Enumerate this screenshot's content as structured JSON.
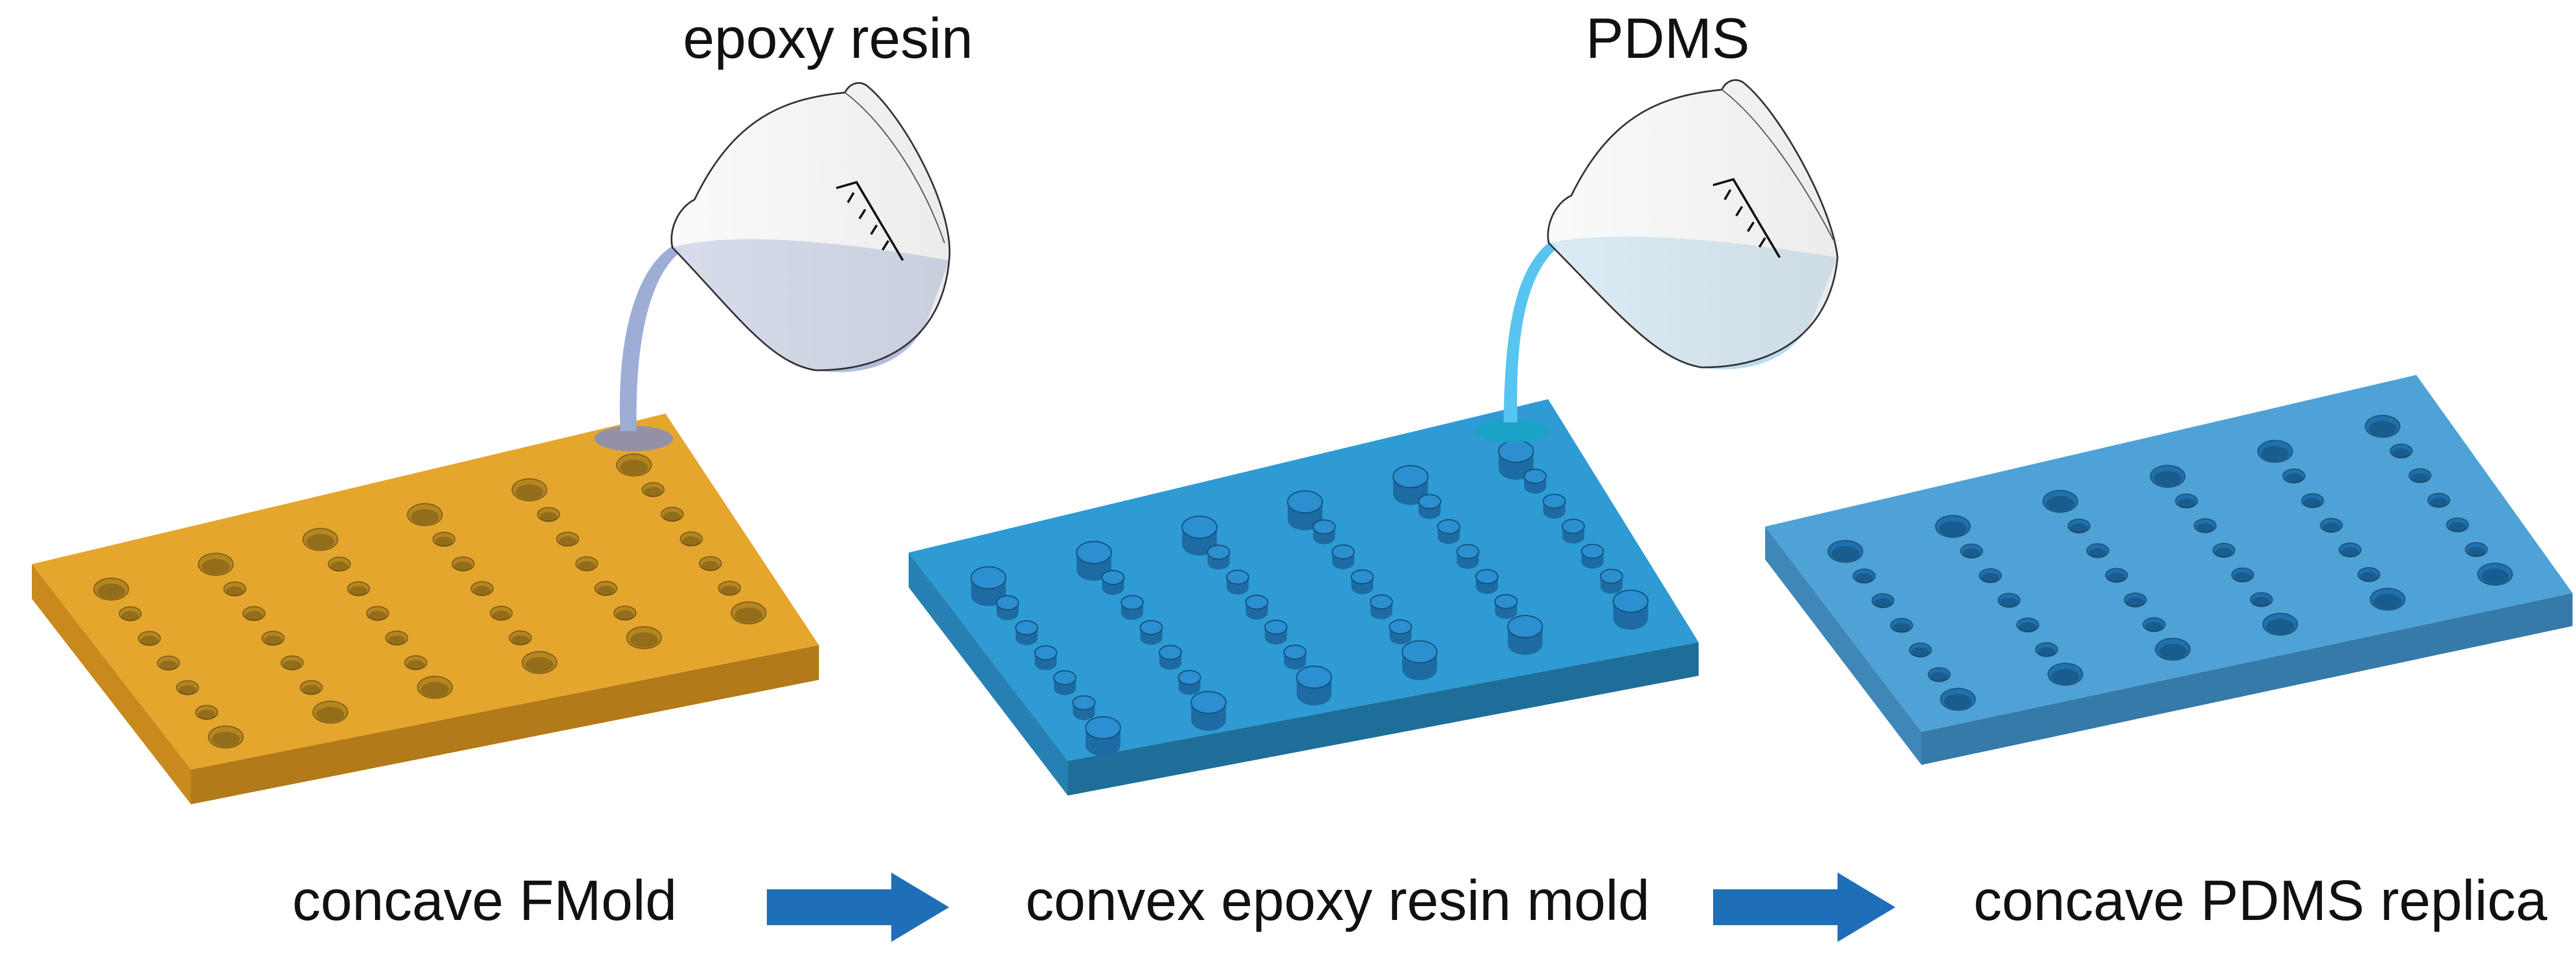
{
  "labels": {
    "pour_epoxy": "epoxy resin",
    "pour_pdms": "PDMS",
    "stage_fmold": "concave FMold",
    "stage_epoxy": "convex epoxy resin mold",
    "stage_pdms": "concave PDMS replica"
  },
  "colors": {
    "fmold_top": "#E5A62E",
    "fmold_front": "#C88A1C",
    "fmold_side": "#B27A18",
    "fmold_feature": "#B58620",
    "epoxy_top": "#2E9BD4",
    "epoxy_front": "#2780B2",
    "epoxy_side": "#1F6E99",
    "epoxy_feature": "#1D6BA2",
    "pdms_top": "#4FA2D6",
    "pdms_front": "#3E87B8",
    "pdms_side": "#357AA8",
    "pdms_feature": "#1F71AE",
    "arrow": "#1F6FB8",
    "epoxy_liquid": "#9EADD6",
    "pdms_liquid": "#58C4F0",
    "beaker_glass": "#EEEEEE"
  },
  "icons": [
    "beaker-icon",
    "arrow-right-icon"
  ]
}
